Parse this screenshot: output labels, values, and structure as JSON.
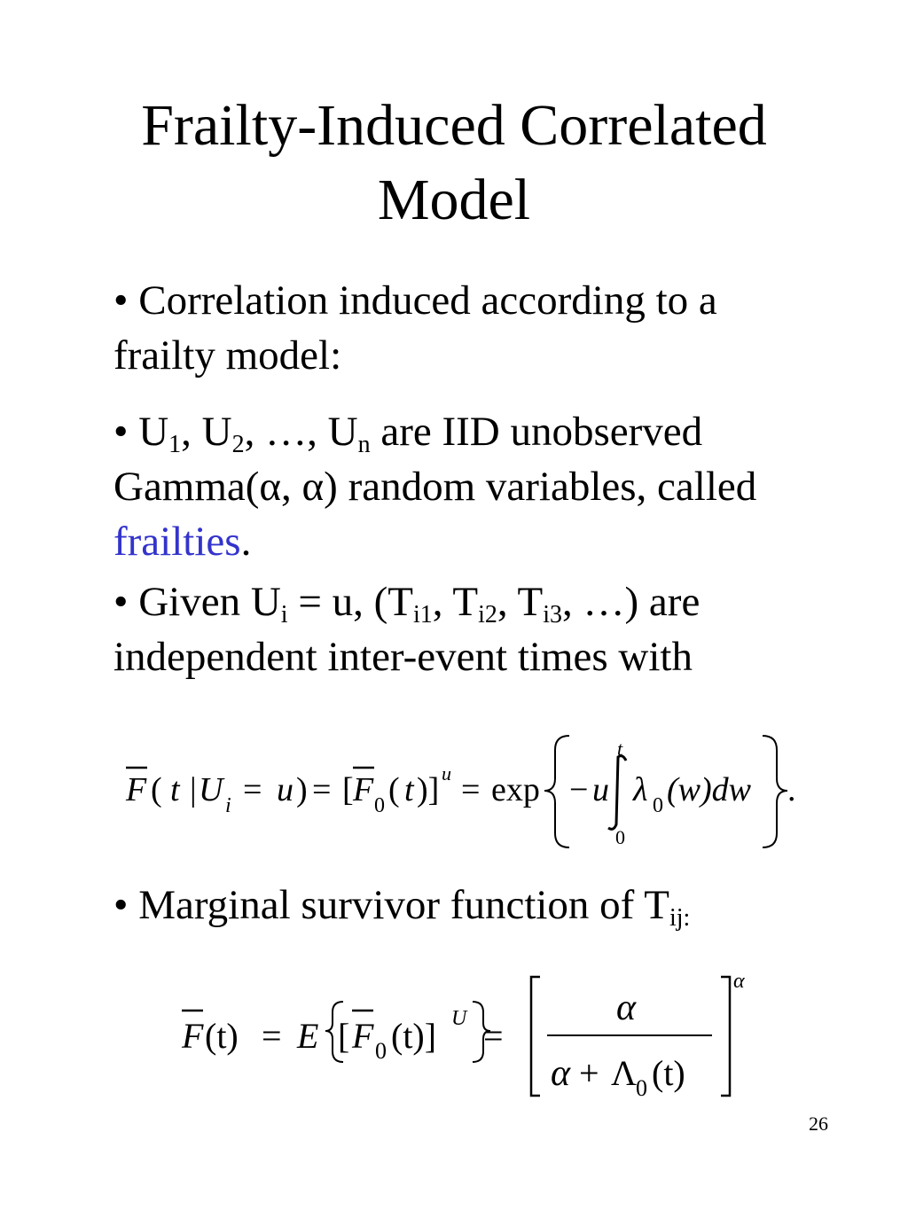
{
  "title": {
    "line1": "Frailty-Induced Correlated",
    "line2": "Model"
  },
  "bullet1": {
    "mark": "•",
    "text": "Correlation induced according to a frailty model:"
  },
  "bullet2": {
    "mark": "•",
    "u1": "U",
    "s1": "1",
    "sep1": ", ",
    "u2": "U",
    "s2": "2",
    "sep2": ", …, ",
    "un": "U",
    "sn": "n",
    "text_a": " are IID unobserved Gamma(α, α) random variables, called ",
    "highlight": "frailties",
    "text_b": "."
  },
  "bullet3": {
    "mark": "•",
    "a": "Given U",
    "s_i": "i",
    "b": " = u, (T",
    "s_i1": "i1",
    "c": ", T",
    "s_i2": "i2",
    "d": ", T",
    "s_i3": "i3",
    "e": ", …) are independent inter-event times with"
  },
  "bullet4": {
    "mark": "•",
    "text": "Marginal survivor function of T",
    "sub": "ij:"
  },
  "equation1": {
    "F": "F",
    "open": "(",
    "t": "t",
    "bar": "|",
    "U": "U",
    "i": "i",
    "eq": "=",
    "u": "u",
    "close": ")",
    "lb": "[",
    "F0": "F",
    "zero": "0",
    "t2": "t",
    "rb": ")]",
    "pow_u": "u",
    "open2": "(",
    "eq2": "=",
    "exp": "exp",
    "minus": "−",
    "u2": "u",
    "int_upper": "t",
    "int_lower": "0",
    "lambda": "λ",
    "lambda_sub": "0",
    "w": "(w)dw",
    "period": "."
  },
  "equation2": {
    "F": "F",
    "t": "(t)",
    "eq": "=",
    "E": "E",
    "lb": "[",
    "F0": "F",
    "zero": "0",
    "t2": "(t)]",
    "pow_U": "U",
    "eq2": "=",
    "num": "α",
    "den_a": "α",
    "plus": "+",
    "Lambda": "Λ",
    "Lambda_sub": "0",
    "den_t": "(t)",
    "pow_alpha": "α"
  },
  "page_number": "26"
}
